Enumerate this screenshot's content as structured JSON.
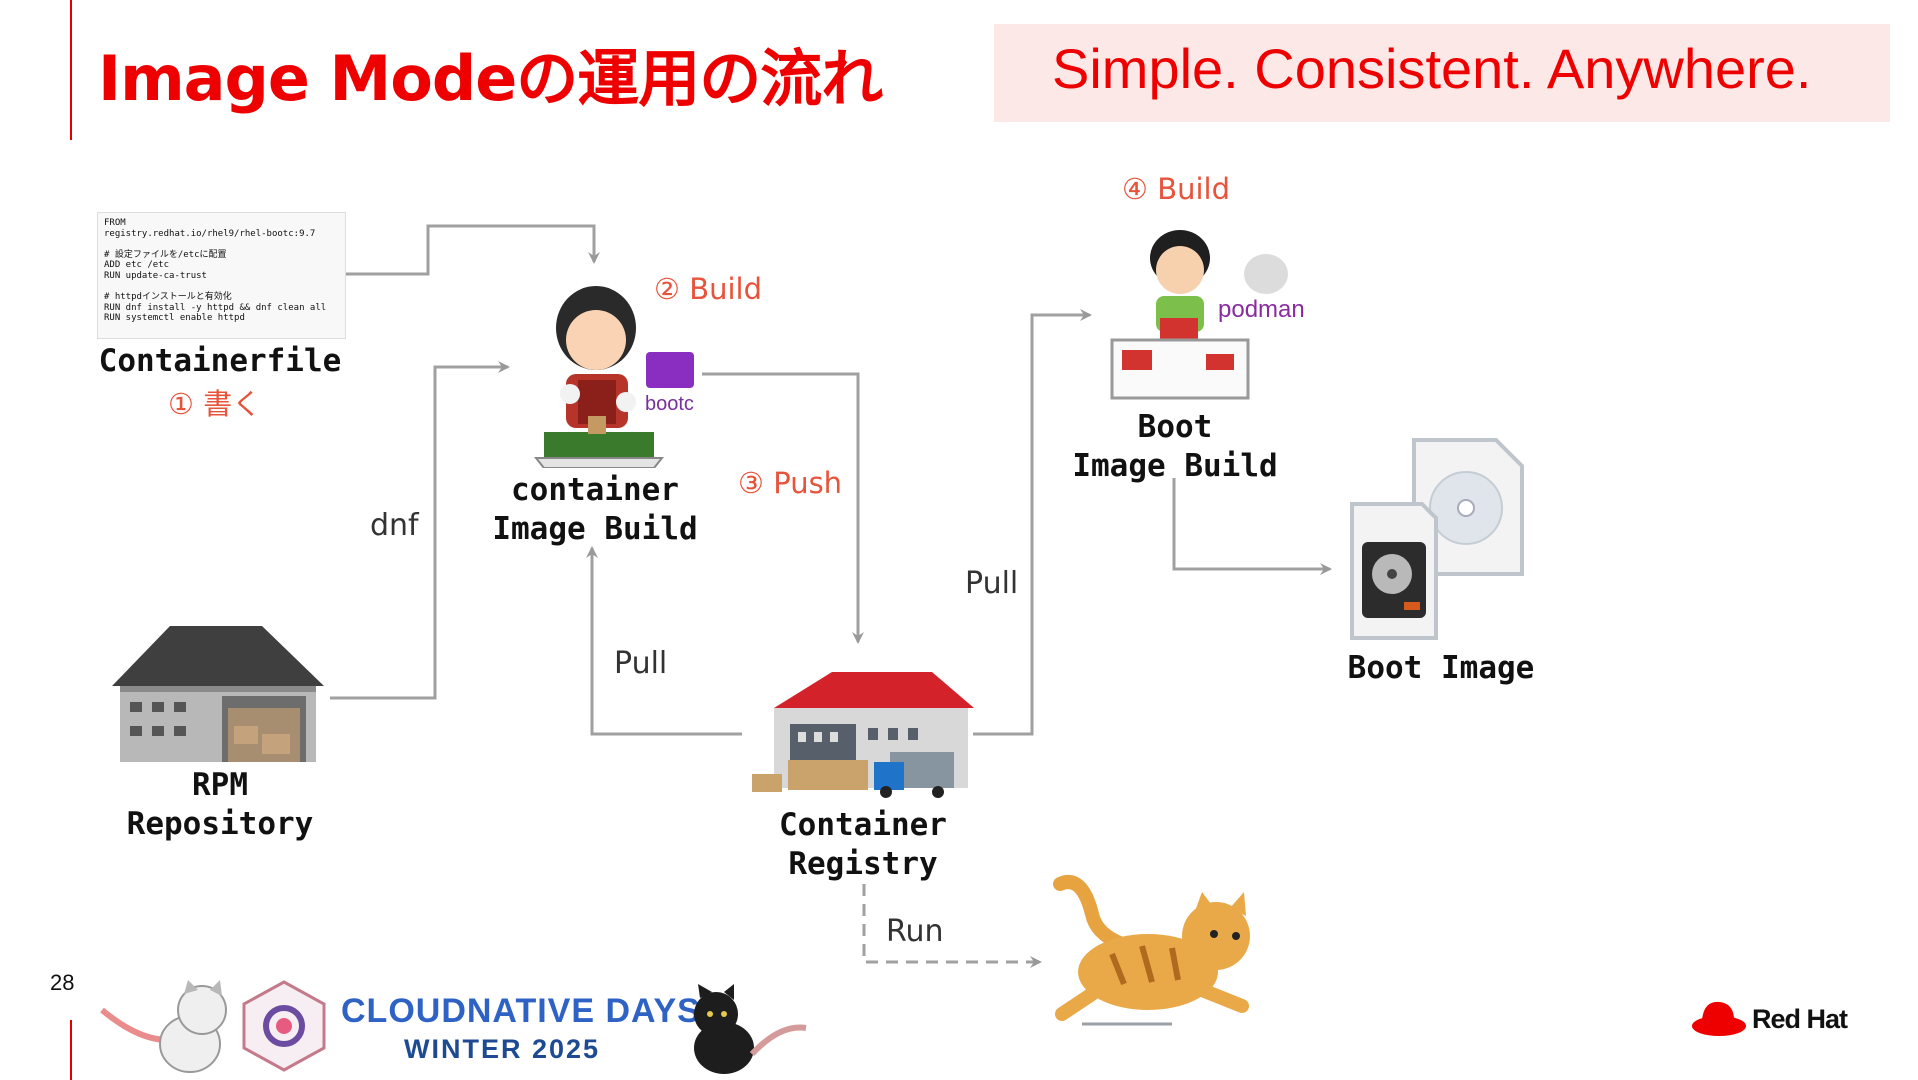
{
  "slide": {
    "title": "Image Modeの運用の流れ",
    "tagline": "Simple.  Consistent.  Anywhere.",
    "page_number": "28"
  },
  "containerfile": {
    "code": "FROM\nregistry.redhat.io/rhel9/rhel-bootc:9.7\n\n# 設定ファイルを/etcに配置\nADD etc /etc\nRUN update-ca-trust\n\n# httpdインストールと有効化\nRUN dnf install -y httpd && dnf clean all\nRUN systemctl enable httpd",
    "label": "Containerfile",
    "step": "① 書く"
  },
  "rpm_repository": {
    "line1": "RPM",
    "line2": "Repository"
  },
  "container_build": {
    "line1": "container",
    "line2": "Image Build",
    "step": "② Build",
    "tool": "bootc"
  },
  "container_registry": {
    "line1": "Container",
    "line2": "Registry"
  },
  "boot_build": {
    "line1": "Boot",
    "line2": "Image Build",
    "step": "④ Build",
    "tool": "podman"
  },
  "boot_image": {
    "label": "Boot Image"
  },
  "edges": {
    "dnf": "dnf",
    "push": "③ Push",
    "pull_left": "Pull",
    "pull_right": "Pull",
    "run": "Run"
  },
  "footer": {
    "event_line1": "CLOUDNATIVE DAYS",
    "event_line2": "WINTER 2025",
    "brand": "Red Hat"
  },
  "colors": {
    "accent": "#ee0000",
    "step": "#e8533b",
    "arrow": "#999999"
  }
}
